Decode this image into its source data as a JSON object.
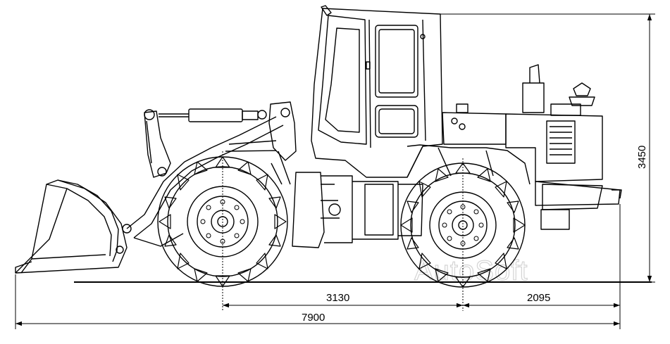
{
  "dimensions": {
    "wheelbase": "3130",
    "rear_overhang": "2095",
    "overall_length": "7900",
    "overall_height": "3450"
  },
  "watermark": "AutoSoft",
  "colors": {
    "line": "#000000",
    "watermark": "#d4d4d4"
  }
}
